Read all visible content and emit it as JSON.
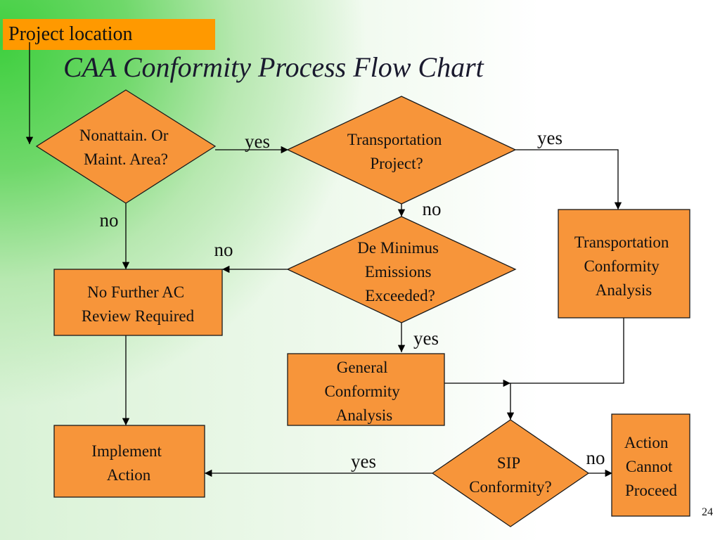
{
  "slide": {
    "corner_label": "Project location",
    "title": "CAA Conformity Process Flow Chart",
    "page_number": "24"
  },
  "colors": {
    "node_fill": "#f7953a",
    "corner_label_fill": "#ff9900",
    "edge": "#000000"
  },
  "nodes": {
    "nonattain": {
      "shape": "diamond",
      "lines": [
        "Nonattain. Or",
        "Maint. Area?"
      ]
    },
    "transport_q": {
      "shape": "diamond",
      "lines": [
        "Transportation",
        "Project?"
      ]
    },
    "deminimus": {
      "shape": "diamond",
      "lines": [
        "De Minimus",
        "Emissions",
        "Exceeded?"
      ]
    },
    "sip": {
      "shape": "diamond",
      "lines": [
        "SIP",
        "Conformity?"
      ]
    },
    "no_further": {
      "shape": "rect",
      "lines": [
        "No Further AC",
        "Review Required"
      ]
    },
    "transport_analysis": {
      "shape": "rect",
      "lines": [
        "Transportation",
        "Conformity",
        "Analysis"
      ]
    },
    "general_analysis": {
      "shape": "rect",
      "lines": [
        "General",
        "Conformity",
        "Analysis"
      ]
    },
    "implement": {
      "shape": "rect",
      "lines": [
        "Implement",
        "Action"
      ]
    },
    "cannot_proceed": {
      "shape": "rect",
      "lines": [
        "Action",
        "Cannot",
        "Proceed"
      ]
    }
  },
  "edges": [
    {
      "from": "project_location",
      "to": "nonattain",
      "label": ""
    },
    {
      "from": "nonattain",
      "to": "transport_q",
      "label": "yes"
    },
    {
      "from": "transport_q",
      "to": "transport_analysis",
      "label": "yes"
    },
    {
      "from": "nonattain",
      "to": "no_further",
      "label": "no"
    },
    {
      "from": "transport_q",
      "to": "deminimus",
      "label": "no"
    },
    {
      "from": "deminimus",
      "to": "no_further",
      "label": "no"
    },
    {
      "from": "deminimus",
      "to": "general_analysis",
      "label": "yes"
    },
    {
      "from": "general_analysis",
      "to": "sip",
      "label": ""
    },
    {
      "from": "transport_analysis",
      "to": "sip",
      "label": ""
    },
    {
      "from": "no_further",
      "to": "implement",
      "label": ""
    },
    {
      "from": "sip",
      "to": "implement",
      "label": "yes"
    },
    {
      "from": "sip",
      "to": "cannot_proceed",
      "label": "no"
    }
  ]
}
